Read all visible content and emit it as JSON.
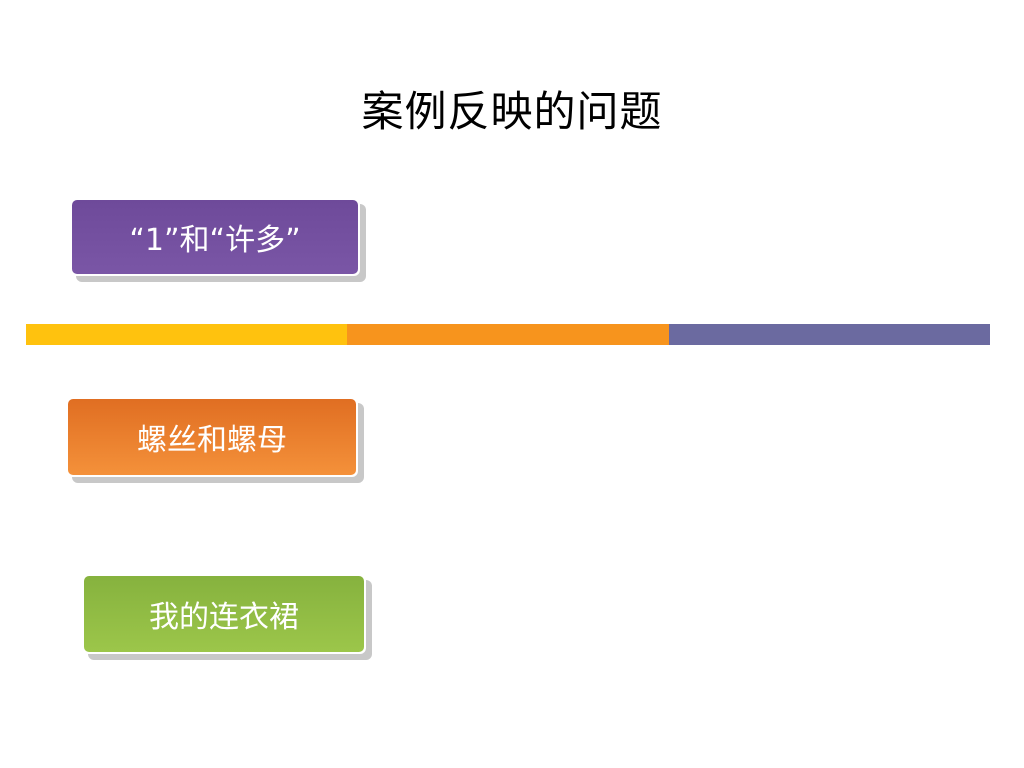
{
  "slide": {
    "title": "案例反映的问题"
  },
  "buttons": [
    {
      "label": "“1”和“许多”",
      "color": "#7350a0"
    },
    {
      "label": "螺丝和螺母",
      "color": "#ea7f2e"
    },
    {
      "label": "我的连衣裙",
      "color": "#90bc44"
    }
  ],
  "divider": {
    "colors": [
      "#ffc20e",
      "#f7941d",
      "#6b6aa0"
    ]
  }
}
